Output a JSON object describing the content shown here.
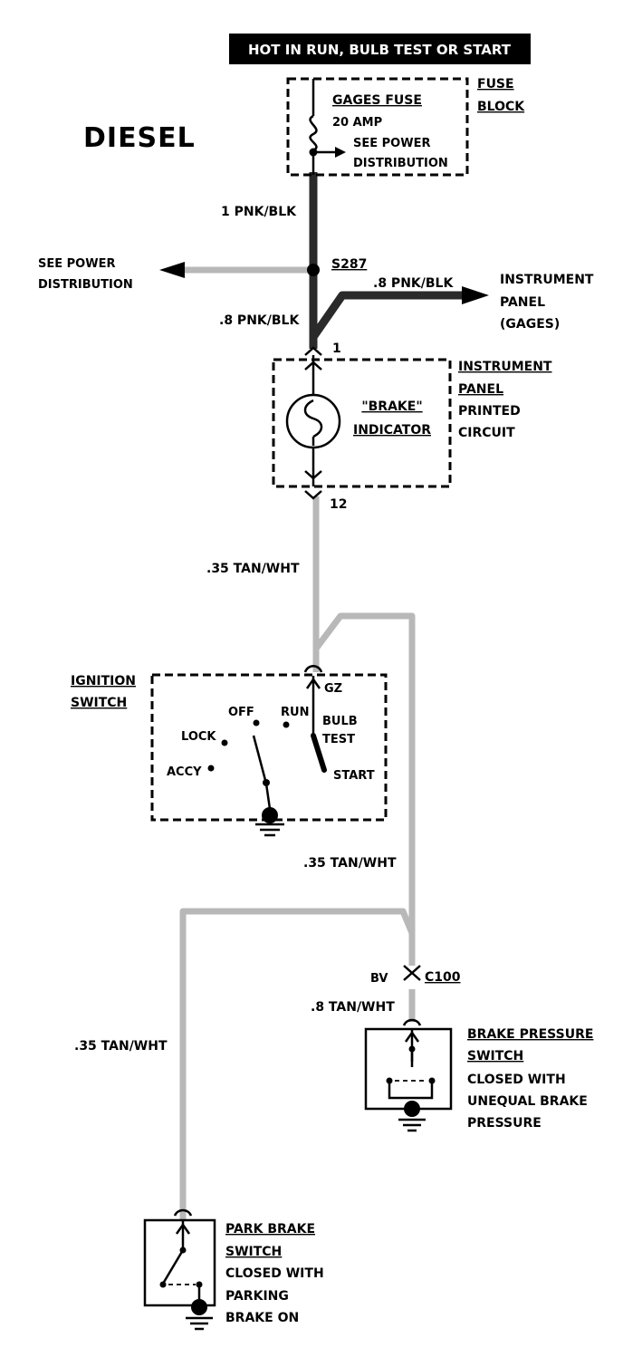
{
  "header_banner": "HOT IN RUN, BULB TEST OR START",
  "title": "DIESEL",
  "fuse_block": {
    "label_line1": "FUSE",
    "label_line2": "BLOCK",
    "fuse_name": "GAGES FUSE",
    "fuse_rating": "20 AMP",
    "ref_line1": "SEE POWER",
    "ref_line2": "DISTRIBUTION"
  },
  "wires": {
    "fuse_out": "1 PNK/BLK",
    "to_panel": ".8 PNK/BLK",
    "to_indicator": ".8 PNK/BLK",
    "indicator_out": ".35 TAN/WHT",
    "ign_to_c100": ".35 TAN/WHT",
    "c100_to_pressure": ".8 TAN/WHT",
    "to_park_brake": ".35 TAN/WHT"
  },
  "splice": {
    "id": "S287",
    "ref_line1": "SEE POWER",
    "ref_line2": "DISTRIBUTION"
  },
  "instrument_panel_ref": {
    "line1": "INSTRUMENT",
    "line2": "PANEL",
    "line3": "(GAGES)"
  },
  "instrument_cluster": {
    "pin_in": "1",
    "pin_out": "12",
    "indicator_line1": "\"BRAKE\"",
    "indicator_line2": "INDICATOR",
    "label_line1": "INSTRUMENT",
    "label_line2": "PANEL",
    "label_line3": "PRINTED",
    "label_line4": "CIRCUIT"
  },
  "ignition_switch": {
    "label_line1": "IGNITION",
    "label_line2": "SWITCH",
    "pin": "GZ",
    "pos_off": "OFF",
    "pos_run": "RUN",
    "pos_lock": "LOCK",
    "pos_accy": "ACCY",
    "pos_bulb1": "BULB",
    "pos_bulb2": "TEST",
    "pos_start": "START"
  },
  "connector_c100": {
    "id": "C100",
    "pin": "BV"
  },
  "brake_pressure_switch": {
    "label_line1": "BRAKE PRESSURE",
    "label_line2": "SWITCH",
    "desc_line1": "CLOSED WITH",
    "desc_line2": "UNEQUAL BRAKE",
    "desc_line3": "PRESSURE"
  },
  "park_brake_switch": {
    "label_line1": "PARK BRAKE",
    "label_line2": "SWITCH",
    "desc_line1": "CLOSED WITH",
    "desc_line2": "PARKING",
    "desc_line3": "BRAKE ON"
  }
}
